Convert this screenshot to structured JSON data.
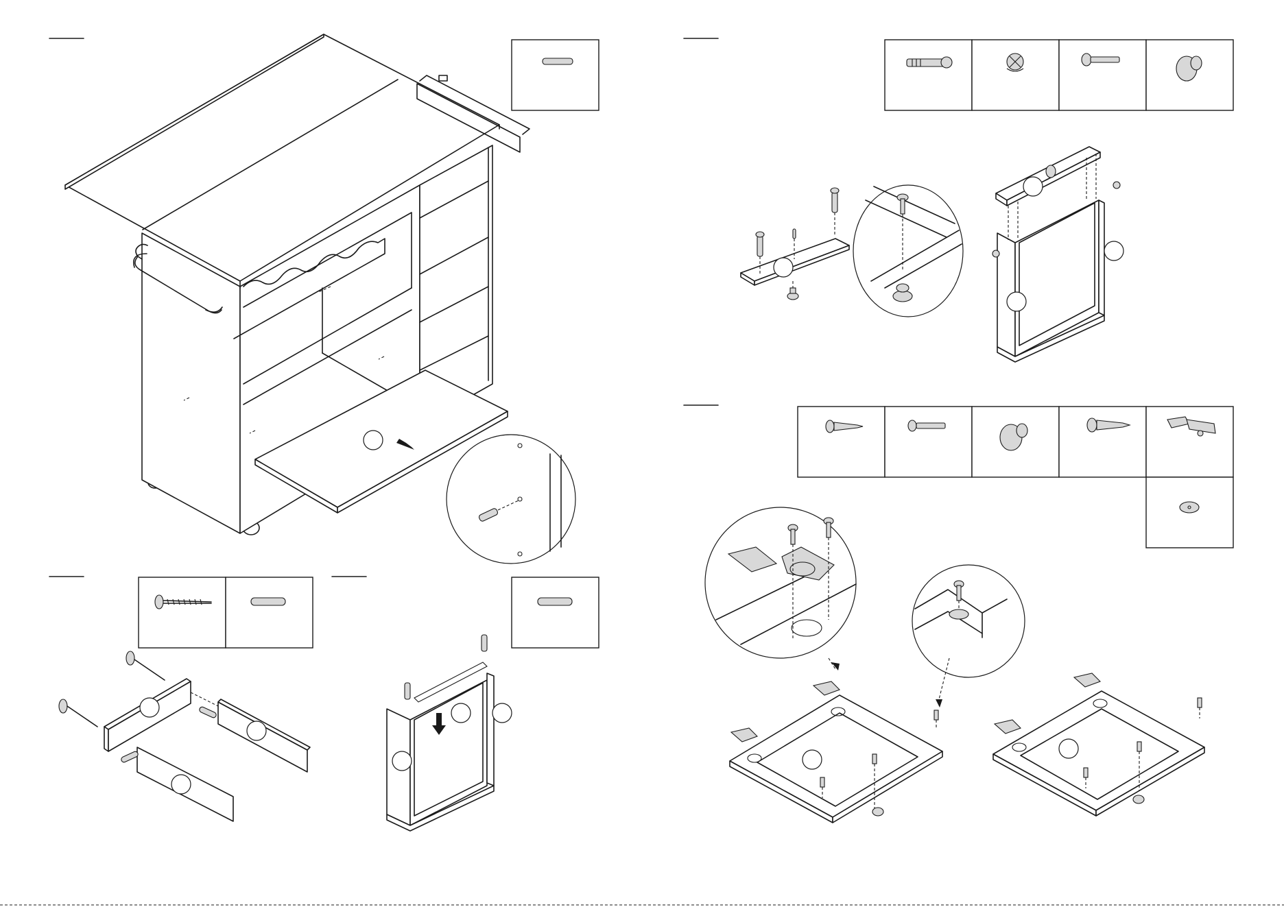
{
  "sheet": {
    "colors": {
      "line": "#1a1a1a",
      "background": "#ffffff",
      "part_fill": "#d8d8d8"
    }
  },
  "steps": [
    {
      "id": "top-left",
      "hardware_icons": [
        "dowel-icon"
      ]
    },
    {
      "id": "top-right",
      "hardware_icons": [
        "cam-bolt-icon",
        "cam-lock-icon",
        "machine-screw-icon",
        "knob-icon"
      ]
    },
    {
      "id": "bottom-left-drawer",
      "hardware_icons": [
        "wood-screw-icon",
        "wood-dowel-icon"
      ]
    },
    {
      "id": "bottom-middle-frame",
      "hardware_icons": [
        "wood-dowel-icon"
      ]
    },
    {
      "id": "bottom-right-doors",
      "hardware_icons": [
        "wood-screw-icon",
        "machine-screw-icon",
        "knob-icon",
        "wood-screw-icon",
        "hinge-icon",
        "hinge-plate-icon"
      ]
    }
  ]
}
